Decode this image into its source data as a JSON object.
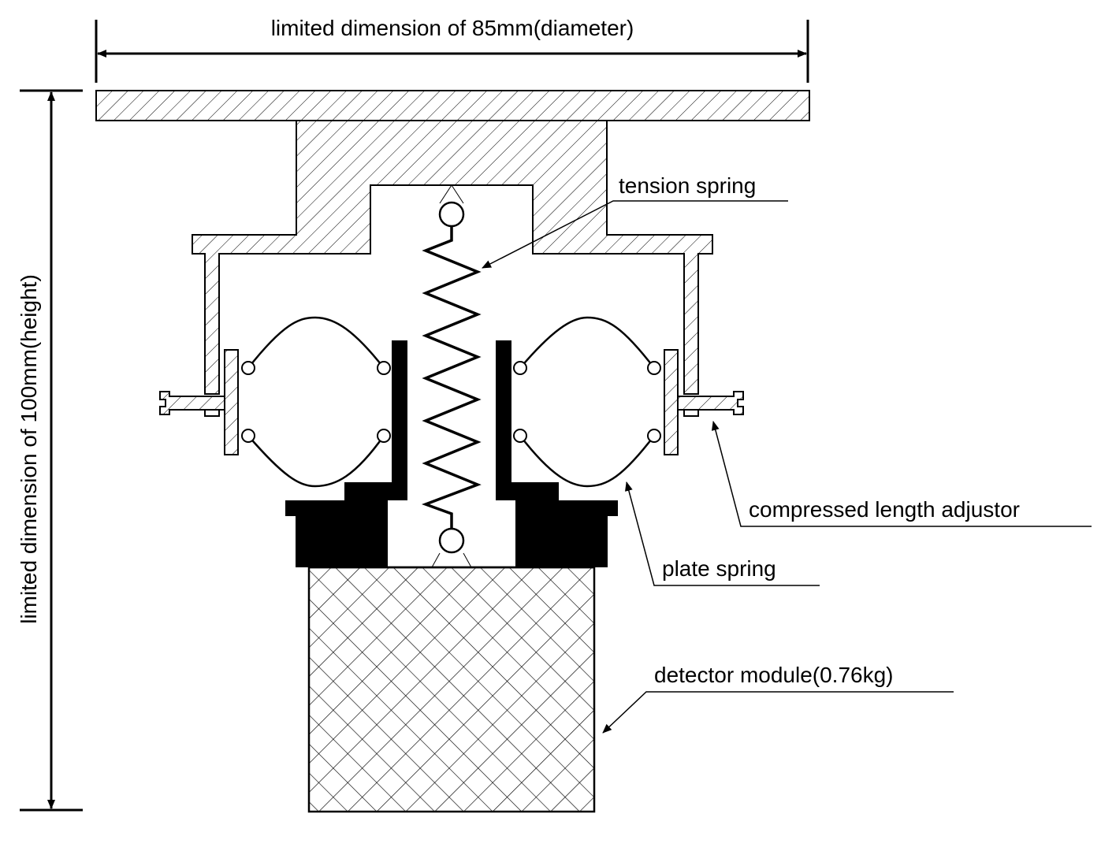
{
  "labels": {
    "width_dimension": "limited dimension of 85mm(diameter)",
    "height_dimension": "limited dimension of 100mm(height)",
    "tension_spring": "tension spring",
    "adjustor": "compressed length adjustor",
    "plate_spring": "plate spring",
    "detector_module": "detector module(0.76kg)"
  },
  "colors": {
    "line": "#000000",
    "fill": "#000000",
    "background": "#ffffff"
  }
}
